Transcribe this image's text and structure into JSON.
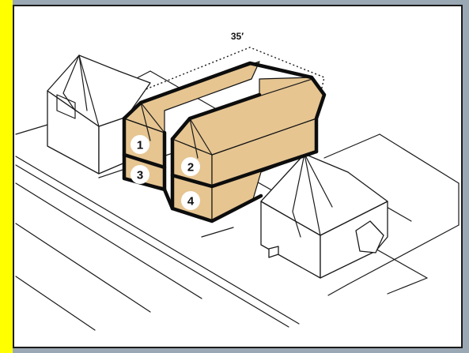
{
  "colors": {
    "accent_stripe": "#ffff00",
    "massing_fill": "#e6c591",
    "outline": "#111111",
    "background": "#9aa8b4"
  },
  "diagram": {
    "dimension_label": "35′",
    "units": [
      {
        "id": "unit-1",
        "label": "1"
      },
      {
        "id": "unit-2",
        "label": "2"
      },
      {
        "id": "unit-3",
        "label": "3"
      },
      {
        "id": "unit-4",
        "label": "4"
      }
    ]
  }
}
